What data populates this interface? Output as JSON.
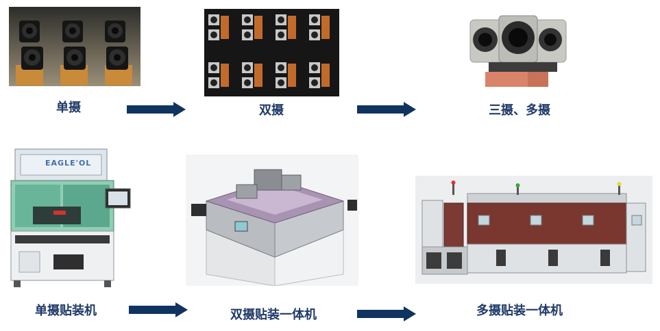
{
  "top_row": {
    "labels": [
      "单摄",
      "双摄",
      "三摄、多摄"
    ]
  },
  "bottom_row": {
    "labels": [
      "单摄贴装机",
      "双摄贴装一体机",
      "多摄贴装一体机"
    ],
    "machine_brand": "EAGLE'OL"
  },
  "colors": {
    "label": "#1f3a68",
    "arrow": "#0f3460"
  },
  "icons": [
    "right-arrow-icon"
  ]
}
